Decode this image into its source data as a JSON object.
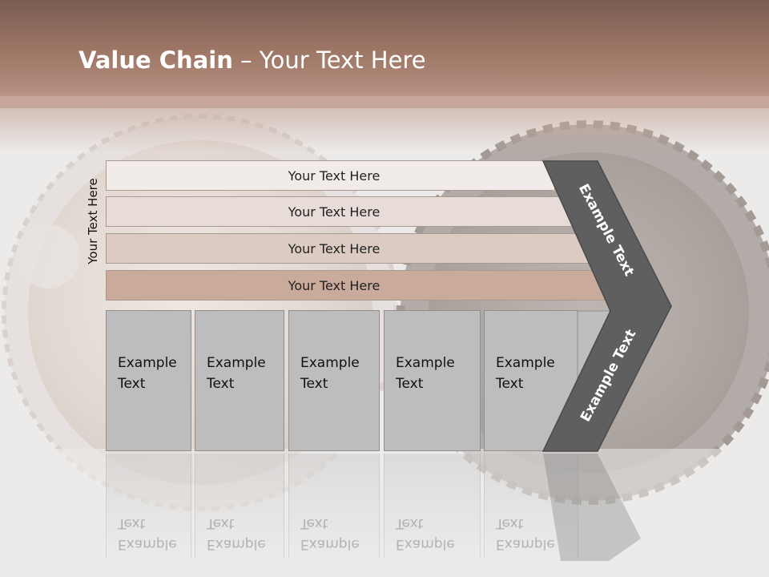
{
  "title": {
    "bold": "Value Chain",
    "rest": " – Your Text Here"
  },
  "side_label": "Your Text Here",
  "bars": [
    {
      "label": "Your Text Here",
      "color": "#f1ecea"
    },
    {
      "label": "Your Text Here",
      "color": "#e7dcd7"
    },
    {
      "label": "Your Text Here",
      "color": "#dccbc2"
    },
    {
      "label": "Your Text Here",
      "color": "#c9aa9b"
    }
  ],
  "cells": [
    {
      "label": "Example\nText"
    },
    {
      "label": "Example\nText"
    },
    {
      "label": "Example\nText"
    },
    {
      "label": "Example\nText"
    },
    {
      "label": "Example\nText"
    }
  ],
  "chevron": {
    "top_label": "Example Text",
    "bottom_label": "Example Text",
    "color": "#5f5f5f"
  },
  "colors": {
    "header": "#9c7564",
    "cell": "#bdbdbd",
    "background": "#ecebea"
  }
}
